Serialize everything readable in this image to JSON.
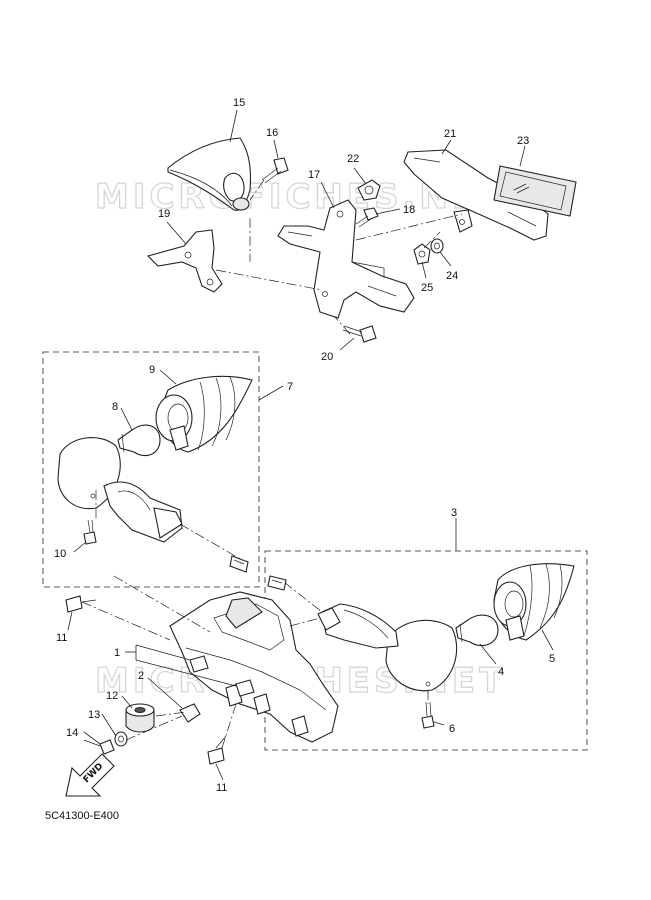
{
  "watermarks": [
    "MICROFICHES.NET",
    "MICROFICHES.NET"
  ],
  "diagram_code": "5C41300-E400",
  "fwd_label": "FWD",
  "callouts": {
    "c1": "1",
    "c2": "2",
    "c3": "3",
    "c4": "4",
    "c5": "5",
    "c6": "6",
    "c7": "7",
    "c8": "8",
    "c9": "9",
    "c10": "10",
    "c11a": "11",
    "c11b": "11",
    "c12": "12",
    "c13": "13",
    "c14": "14",
    "c15": "15",
    "c16": "16",
    "c17": "17",
    "c18": "18",
    "c19": "19",
    "c20": "20",
    "c21": "21",
    "c22": "22",
    "c23": "23",
    "c24": "24",
    "c25": "25"
  }
}
